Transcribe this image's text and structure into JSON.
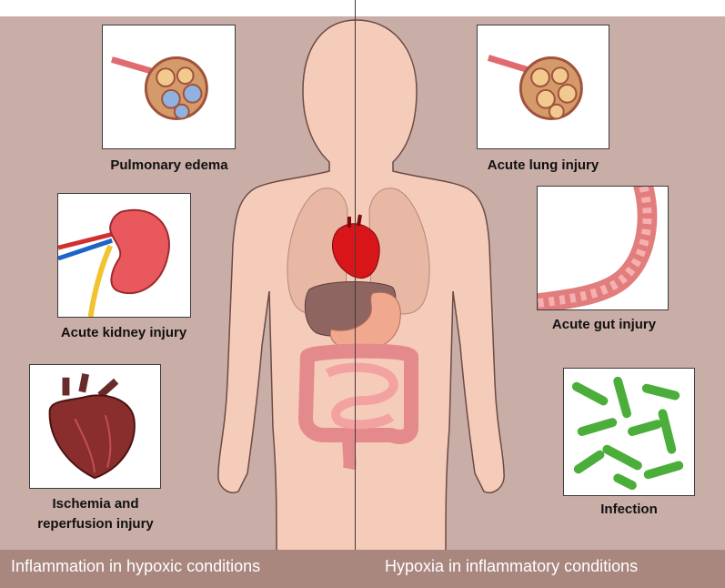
{
  "colors": {
    "background": "#c9aea7",
    "footer": "#a9877f",
    "body_skin": "#f5cbb9",
    "panel_border": "#3b3b3b"
  },
  "labels": {
    "pulmonary_edema": "Pulmonary edema",
    "acute_lung_injury": "Acute lung injury",
    "acute_kidney_injury": "Acute kidney injury",
    "acute_gut_injury": "Acute gut injury",
    "ischemia_line1": "Ischemia and",
    "ischemia_line2": "reperfusion injury",
    "infection": "Infection"
  },
  "footer": {
    "left": "Inflammation in hypoxic conditions",
    "right": "Hypoxia in inflammatory conditions"
  },
  "icons": [
    "alveoli-edema-icon",
    "alveoli-icon",
    "kidney-icon",
    "intestine-icon",
    "heart-icon",
    "bacteria-icon",
    "human-body-icon"
  ]
}
